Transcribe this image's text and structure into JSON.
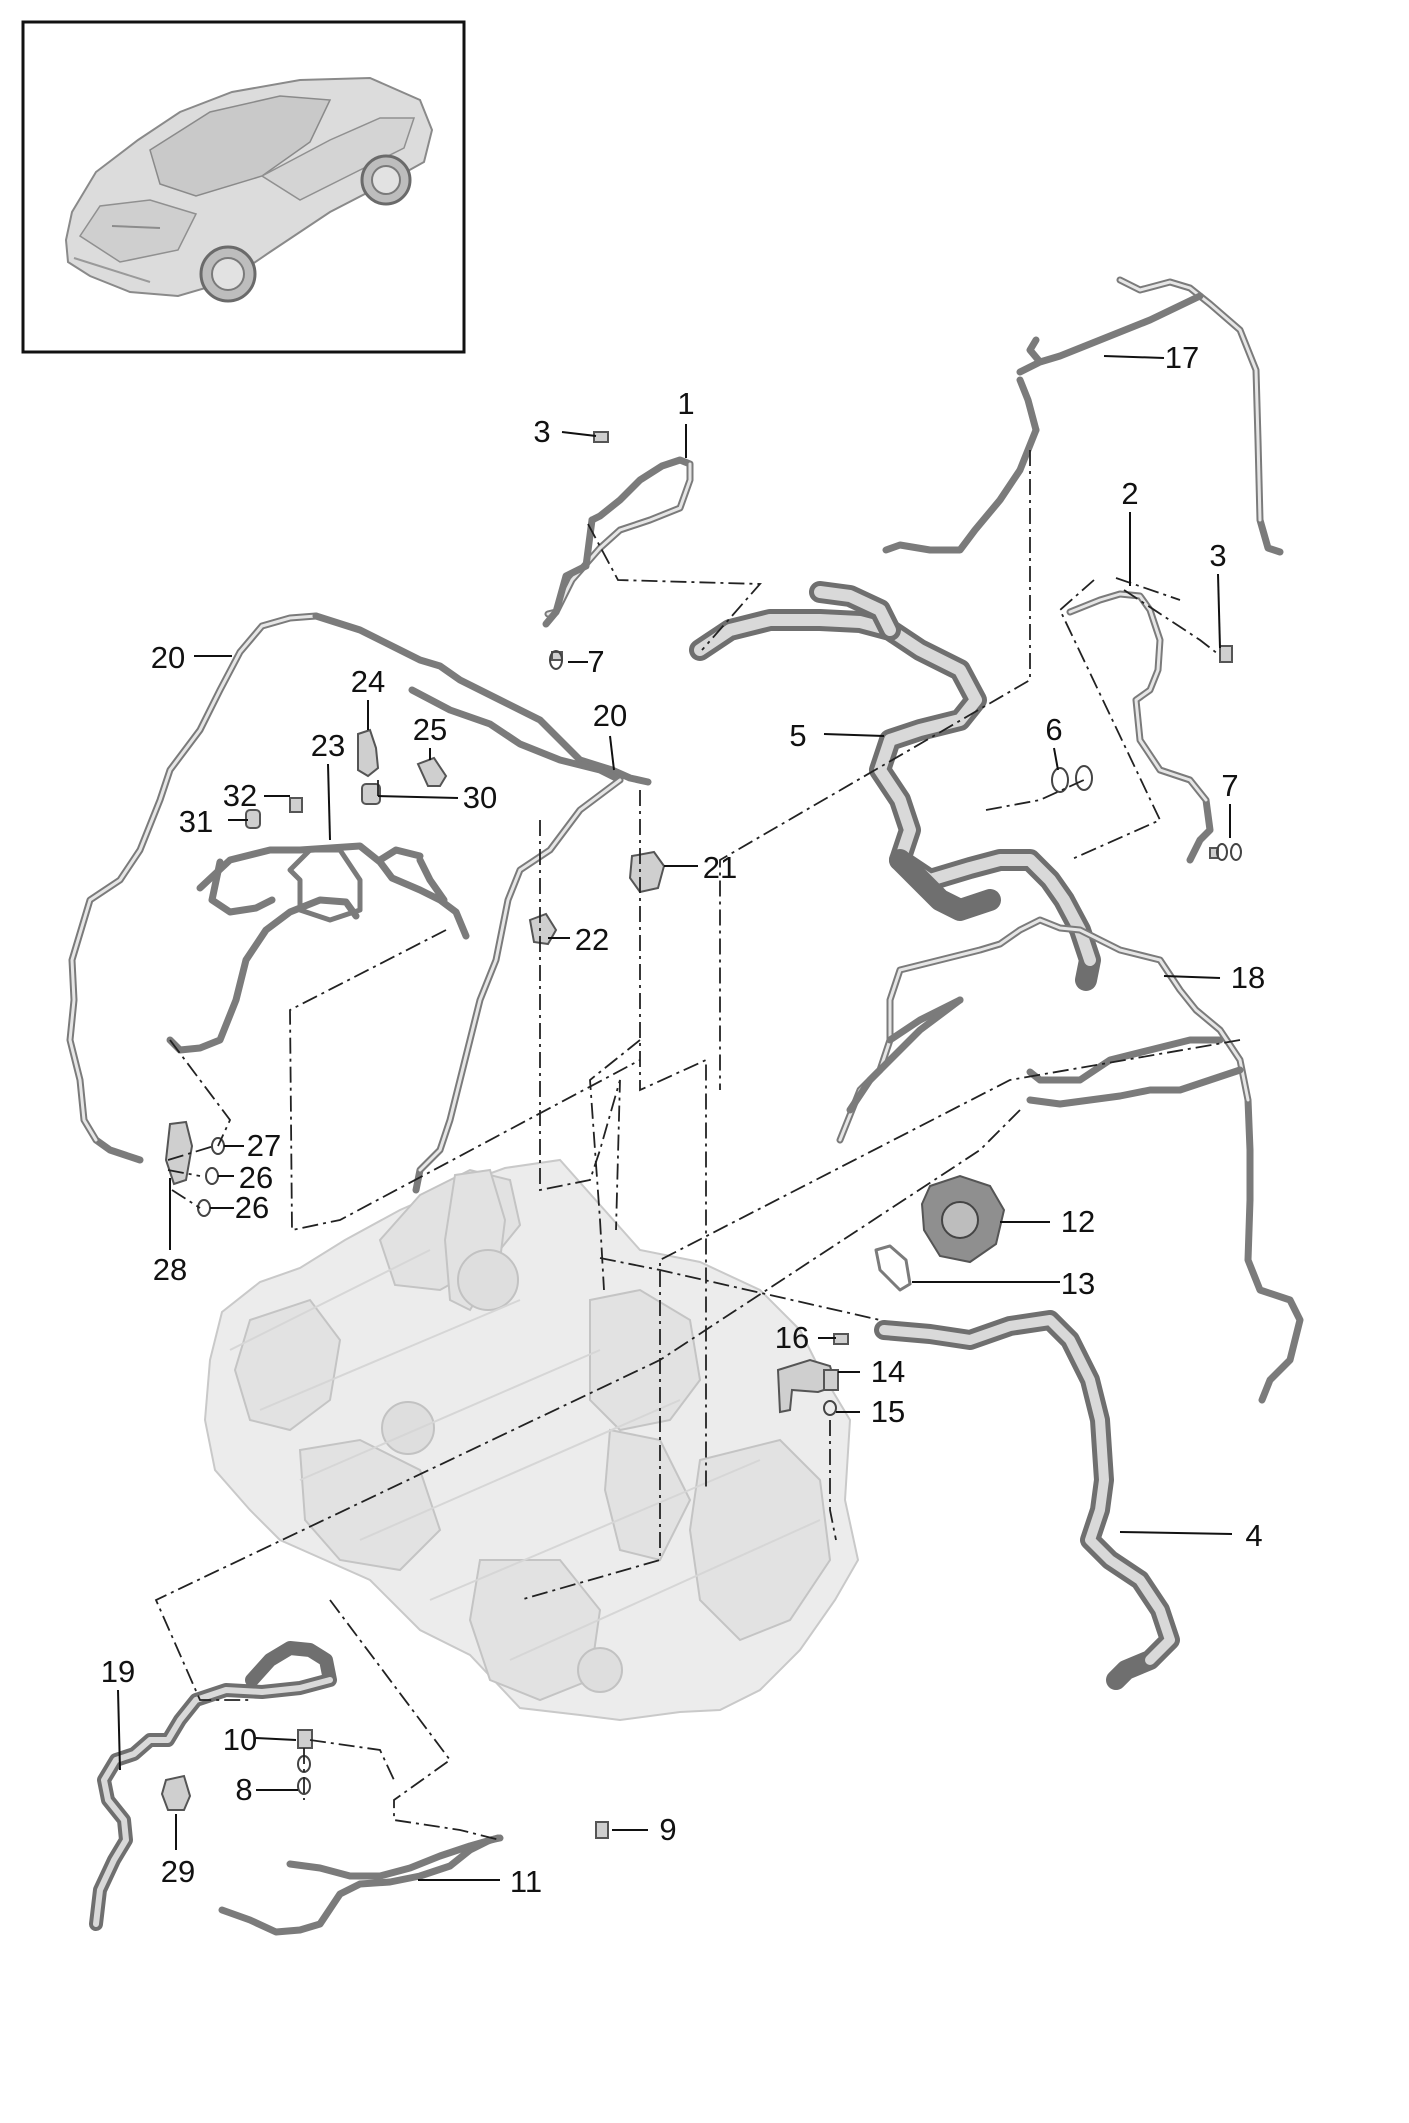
{
  "callouts": [
    {
      "id": "c1",
      "text": "1"
    },
    {
      "id": "c2",
      "text": "2"
    },
    {
      "id": "c3a",
      "text": "3"
    },
    {
      "id": "c3b",
      "text": "3"
    },
    {
      "id": "c4",
      "text": "4"
    },
    {
      "id": "c5",
      "text": "5"
    },
    {
      "id": "c6",
      "text": "6"
    },
    {
      "id": "c7a",
      "text": "7"
    },
    {
      "id": "c7b",
      "text": "7"
    },
    {
      "id": "c8",
      "text": "8"
    },
    {
      "id": "c9",
      "text": "9"
    },
    {
      "id": "c10",
      "text": "10"
    },
    {
      "id": "c11",
      "text": "11"
    },
    {
      "id": "c12",
      "text": "12"
    },
    {
      "id": "c13",
      "text": "13"
    },
    {
      "id": "c14",
      "text": "14"
    },
    {
      "id": "c15",
      "text": "15"
    },
    {
      "id": "c16",
      "text": "16"
    },
    {
      "id": "c17",
      "text": "17"
    },
    {
      "id": "c18",
      "text": "18"
    },
    {
      "id": "c19",
      "text": "19"
    },
    {
      "id": "c20a",
      "text": "20"
    },
    {
      "id": "c20b",
      "text": "20"
    },
    {
      "id": "c21",
      "text": "21"
    },
    {
      "id": "c22",
      "text": "22"
    },
    {
      "id": "c23",
      "text": "23"
    },
    {
      "id": "c24",
      "text": "24"
    },
    {
      "id": "c25",
      "text": "25"
    },
    {
      "id": "c26a",
      "text": "26"
    },
    {
      "id": "c26b",
      "text": "26"
    },
    {
      "id": "c27",
      "text": "27"
    },
    {
      "id": "c28",
      "text": "28"
    },
    {
      "id": "c29",
      "text": "29"
    },
    {
      "id": "c30",
      "text": "30"
    },
    {
      "id": "c31",
      "text": "31"
    },
    {
      "id": "c32",
      "text": "32"
    }
  ],
  "colors": {
    "line": "#111111",
    "hose": "#6f6f6f",
    "engine": "#ececec"
  }
}
